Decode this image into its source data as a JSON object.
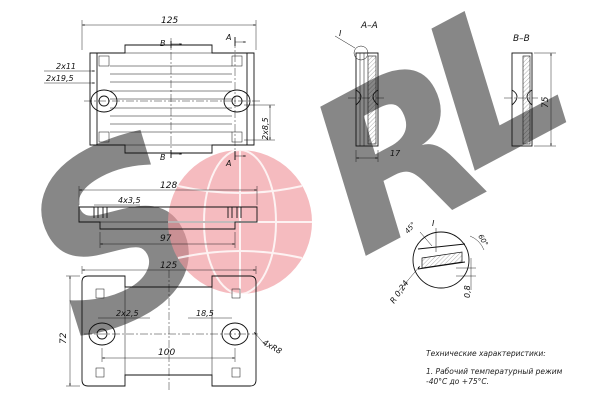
{
  "watermark": {
    "letters": [
      "S",
      "R",
      "L"
    ],
    "colors": {
      "blue": "#1f5fd6",
      "red": "#e0303a"
    }
  },
  "views": {
    "top": {
      "width_label": "125",
      "left_dims": [
        "2x11",
        "2x19,5"
      ],
      "right_dim": "2x8,5",
      "section_marks": {
        "b_top": "B",
        "a_top": "A",
        "b_bottom": "B",
        "a_bottom": "A"
      }
    },
    "front": {
      "overall": "128",
      "slot": "4x3,5",
      "inner": "97"
    },
    "bottom": {
      "width_label": "125",
      "height_label": "72",
      "hole_dim": "2x2,5",
      "offset": "18,5",
      "spacing": "100",
      "corner_radius": "4xR8"
    },
    "section_a": {
      "title": "A–A",
      "detail_ref": "I",
      "depth": "17"
    },
    "section_b": {
      "title": "B–B",
      "height": "75"
    },
    "detail": {
      "ref": "I",
      "angle_left": "45°",
      "angle_right": "60°",
      "radius": "R 0,24",
      "thickness": "0,8"
    }
  },
  "notes": {
    "heading": "Технические характеристики:",
    "line1": "1. Рабочий температурный режим",
    "line2": "-40°С до +75°С."
  }
}
